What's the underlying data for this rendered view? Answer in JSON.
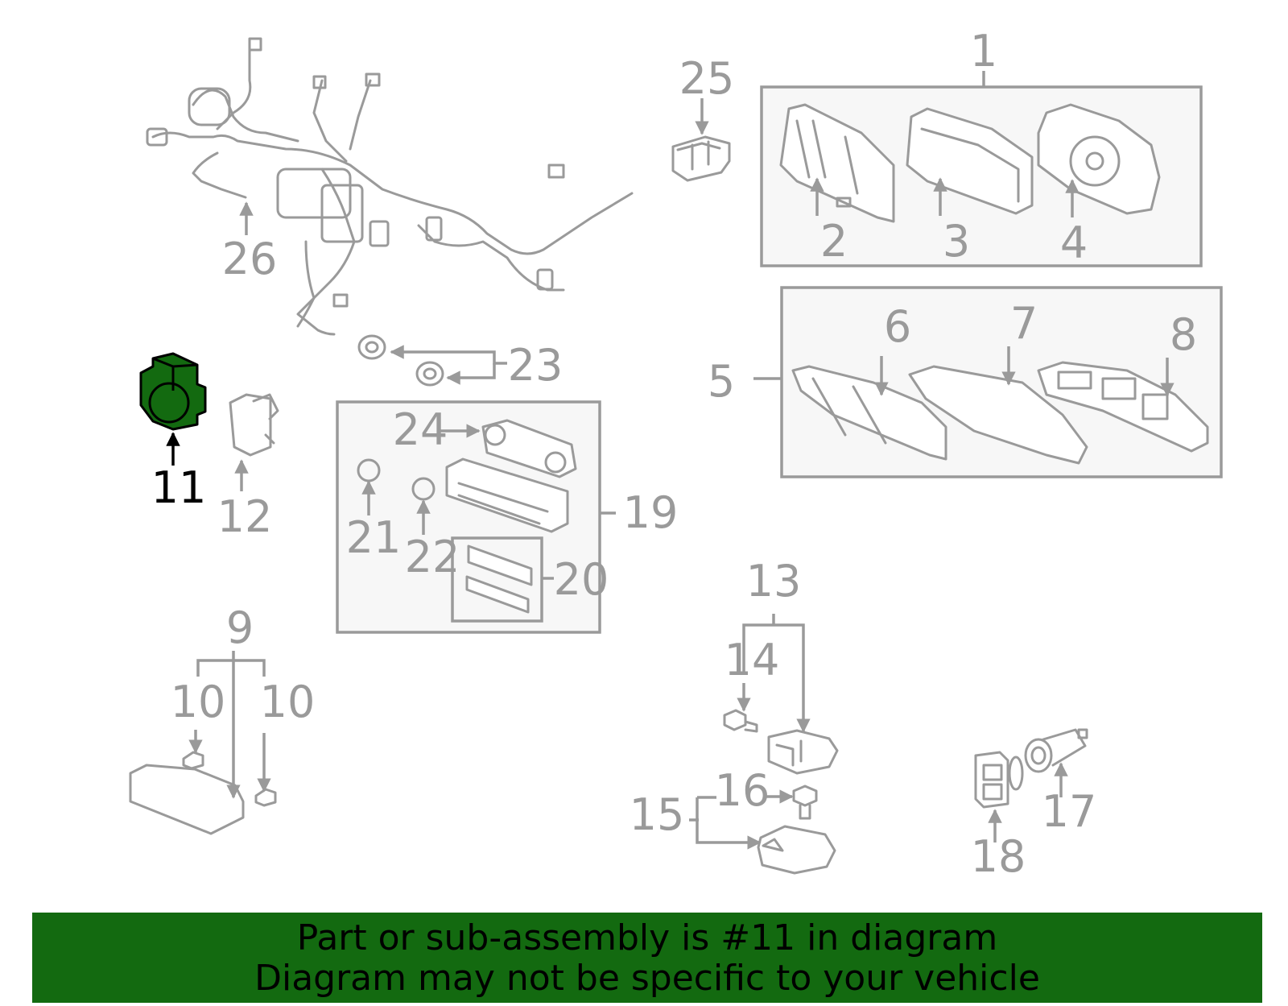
{
  "highlight": {
    "part_number": "11",
    "color": "#136a10"
  },
  "colors": {
    "line": "#9a9a9a",
    "box_fill": "#f7f7f7",
    "banner": "#136a10",
    "highlight_text": "#000000"
  },
  "callouts": {
    "c1": "1",
    "c2": "2",
    "c3": "3",
    "c4": "4",
    "c5": "5",
    "c6": "6",
    "c7": "7",
    "c8": "8",
    "c9": "9",
    "c10a": "10",
    "c10b": "10",
    "c11": "11",
    "c12": "12",
    "c13": "13",
    "c14": "14",
    "c15": "15",
    "c16": "16",
    "c17": "17",
    "c18": "18",
    "c19": "19",
    "c20": "20",
    "c21": "21",
    "c22": "22",
    "c23": "23",
    "c24": "24",
    "c25": "25",
    "c26": "26"
  },
  "banner": {
    "line1": "Part or sub-assembly is #11 in diagram",
    "line2": "Diagram may not be specific to your vehicle"
  }
}
